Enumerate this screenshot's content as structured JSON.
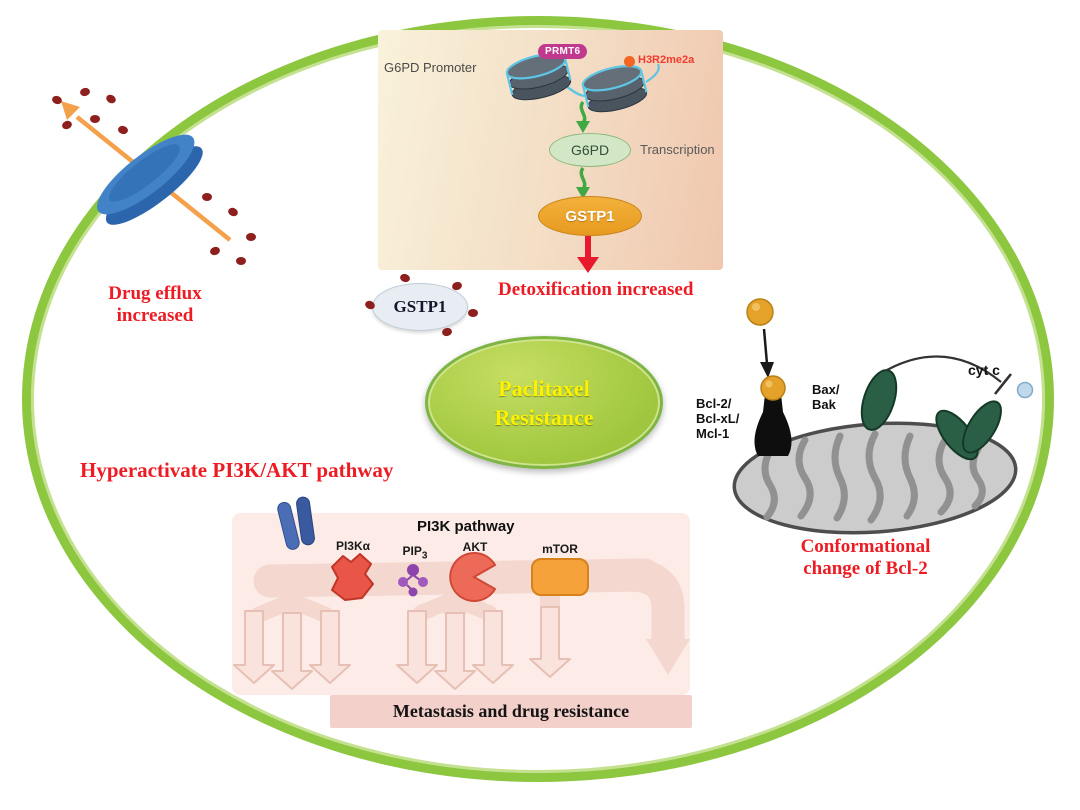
{
  "diagram": {
    "center": {
      "line1": "Paclitaxel",
      "line2": "Resistance"
    },
    "drug_efflux": {
      "line1": "Drug efflux",
      "line2": "increased"
    },
    "detoxification_label": "Detoxification increased",
    "transcription_panel": {
      "promoter_label": "G6PD Promoter",
      "prmt6_badge": "PRMT6",
      "h3r2me2a_label": "H3R2me2a",
      "g6pd_label": "G6PD",
      "transcription_label": "Transcription",
      "gstp1_label": "GSTP1"
    },
    "gstp1_released_label": "GSTP1",
    "mitochondria": {
      "bcl_line1": "Bcl-2/",
      "bcl_line2": "Bcl-xL/",
      "bcl_line3": "Mcl-1",
      "bax_line1": "Bax/",
      "bax_line2": "Bak",
      "cytc_label": "cyt c",
      "conformational_line1": "Conformational",
      "conformational_line2": "change of Bcl-2"
    },
    "pi3k": {
      "hyperactivate_label": "Hyperactivate PI3K/AKT pathway",
      "panel_title": "PI3K pathway",
      "pi3ka_label": "PI3Kα",
      "pip_label": "PIP",
      "pip_subscript": "3",
      "akt_label": "AKT",
      "mtor_label": "mTOR",
      "outcome_label": "Metastasis and drug resistance"
    },
    "colors": {
      "membrane_green": "#8dc63f",
      "accent_red": "#ed1c24",
      "center_fill_green": "#a6cc3f",
      "center_text_yellow": "#fff200"
    }
  }
}
